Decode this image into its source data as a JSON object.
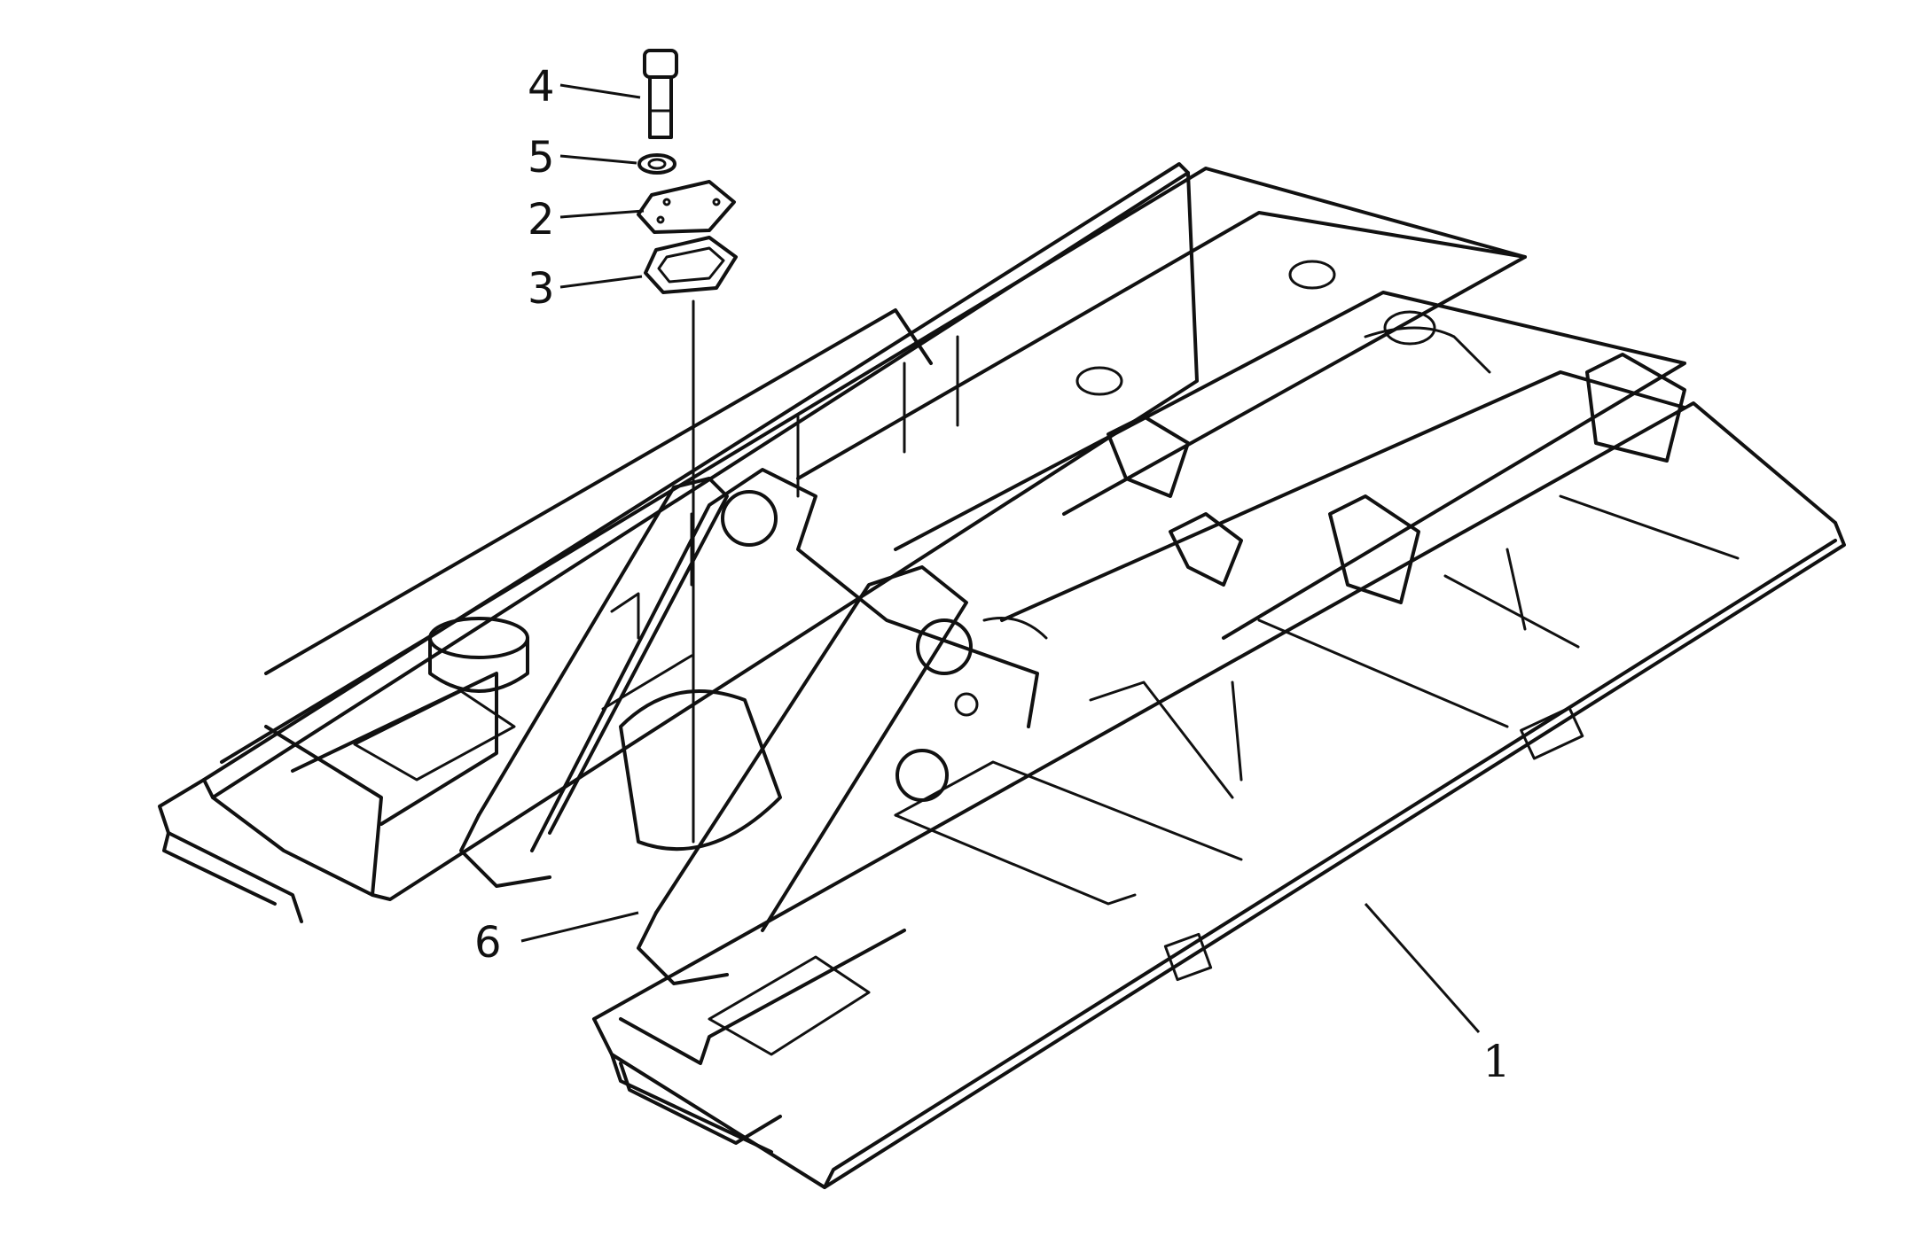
{
  "callouts": [
    {
      "id": "4",
      "label": "4"
    },
    {
      "id": "5",
      "label": "5"
    },
    {
      "id": "2",
      "label": "2"
    },
    {
      "id": "3",
      "label": "3"
    },
    {
      "id": "6",
      "label": "6"
    },
    {
      "id": "1",
      "label": "1"
    }
  ]
}
